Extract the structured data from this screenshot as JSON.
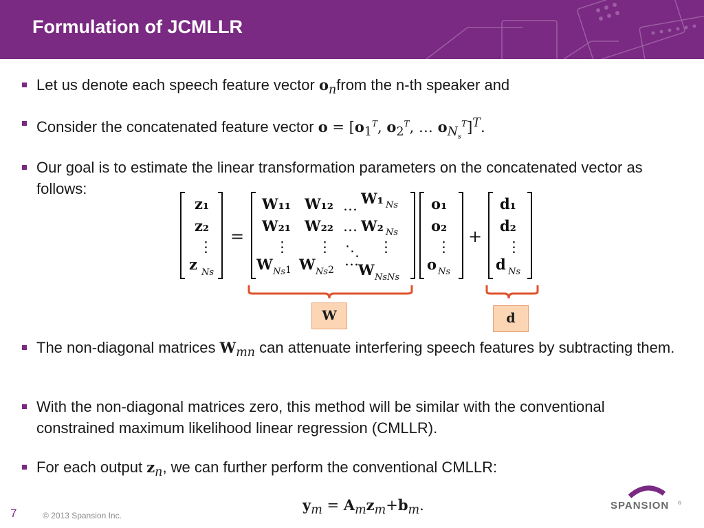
{
  "header": {
    "title": "Formulation of JCMLLR",
    "accent": "#7a2a82"
  },
  "bullets": [
    {
      "pre": "Let us denote each speech feature vector ",
      "post": "from the n-th speaker and"
    },
    {
      "pre": "Consider the concatenated feature vector "
    },
    {
      "text": "Our goal is to estimate the linear transformation parameters on the concatenated vector as follows:"
    },
    {
      "pre": "The non-diagonal matrices ",
      "post": " can attenuate interfering speech features by subtracting them."
    },
    {
      "text": "With the non-diagonal matrices zero, this method will be similar with the conventional constrained maximum likelihood linear regression (CMLLR)."
    },
    {
      "pre": "For each output ",
      "post": ", we can further perform the conventional CMLLR:"
    }
  ],
  "equation": {
    "z": [
      "z₁",
      "z₂",
      "⋮",
      "z"
    ],
    "equals": "=",
    "plus": "+",
    "w_row1": [
      "W₁₁",
      "W₁₂",
      "…",
      "W₁"
    ],
    "w_row2": [
      "W₂₁",
      "W₂₂",
      "…",
      "W₂"
    ],
    "w_row3": [
      "⋮",
      "⋮",
      "⋱",
      "⋮"
    ],
    "w_row4": [
      "W",
      "W",
      "…",
      "W"
    ],
    "o": [
      "o₁",
      "o₂",
      "⋮",
      "o"
    ],
    "d": [
      "d₁",
      "d₂",
      "⋮",
      "d"
    ],
    "sub_ns": "Ns",
    "sub_nsns": "NsNs",
    "label_w": "W",
    "label_d": "d",
    "brace_color": "#e0522a"
  },
  "footer": {
    "page": "7",
    "copyright": "© 2013 Spansion Inc."
  },
  "logo": {
    "text": "SPANSION",
    "mark": "®"
  }
}
